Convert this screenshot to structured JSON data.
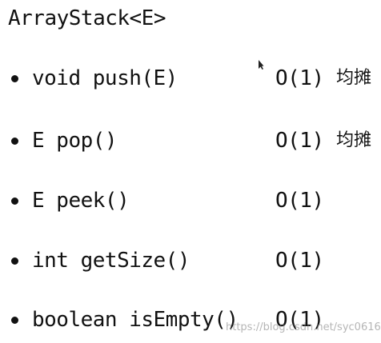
{
  "document": {
    "title": "ArrayStack<E>",
    "rows": [
      {
        "method": "void push(E)",
        "complexity": "O(1)",
        "note": "均摊"
      },
      {
        "method": "E pop()",
        "complexity": "O(1)",
        "note": "均摊"
      },
      {
        "method": "E peek()",
        "complexity": "O(1)",
        "note": ""
      },
      {
        "method": "int getSize()",
        "complexity": "O(1)",
        "note": ""
      },
      {
        "method": "boolean isEmpty()",
        "complexity": "O(1)",
        "note": ""
      }
    ]
  },
  "watermark": "https://blog.csdn.net/syc0616",
  "colors": {
    "text": "#111111",
    "background": "#ffffff",
    "watermark": "#787878"
  },
  "icons": {
    "cursor": "mouse-pointer-icon",
    "bullet": "bullet-dot-icon"
  }
}
